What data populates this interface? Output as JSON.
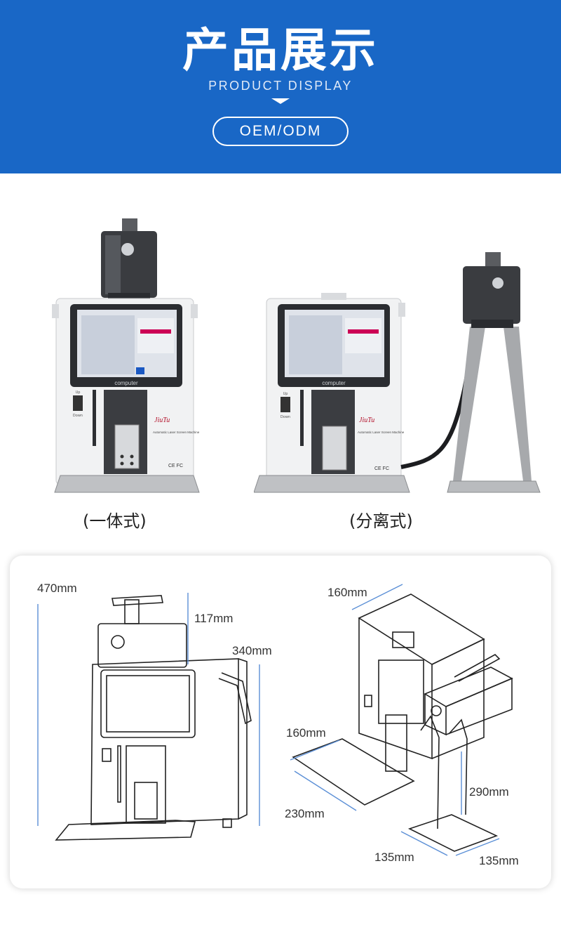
{
  "banner": {
    "title": "产品展示",
    "subtitle": "PRODUCT DISPLAY",
    "button_label": "OEM/ODM"
  },
  "products": [
    {
      "caption": "(一体式)",
      "screen_label": "computer",
      "brand": "JiuTu",
      "model_text": "Automatic Laser Screen Machine",
      "marks": "CE FC",
      "switch_up": "Up",
      "switch_down": "Down"
    },
    {
      "caption": "(分离式)",
      "screen_label": "computer",
      "brand": "JiuTu",
      "model_text": "Automatic Laser Screen Machine",
      "marks": "CE FC",
      "switch_up": "Up",
      "switch_down": "Down"
    }
  ],
  "dimensions": {
    "integrated": {
      "height": "470mm",
      "head_height": "117mm",
      "body_height": "340mm"
    },
    "separated": {
      "top_width": "160mm",
      "base_width": "160mm",
      "base_depth": "230mm",
      "stand_height": "290mm",
      "stand_width": "135mm",
      "stand_depth": "135mm"
    }
  },
  "colors": {
    "banner_blue": "#1967c6",
    "dimension_line": "#5b8fd6",
    "machine_white": "#f2f2f2",
    "laser_head": "#3a3c40"
  }
}
